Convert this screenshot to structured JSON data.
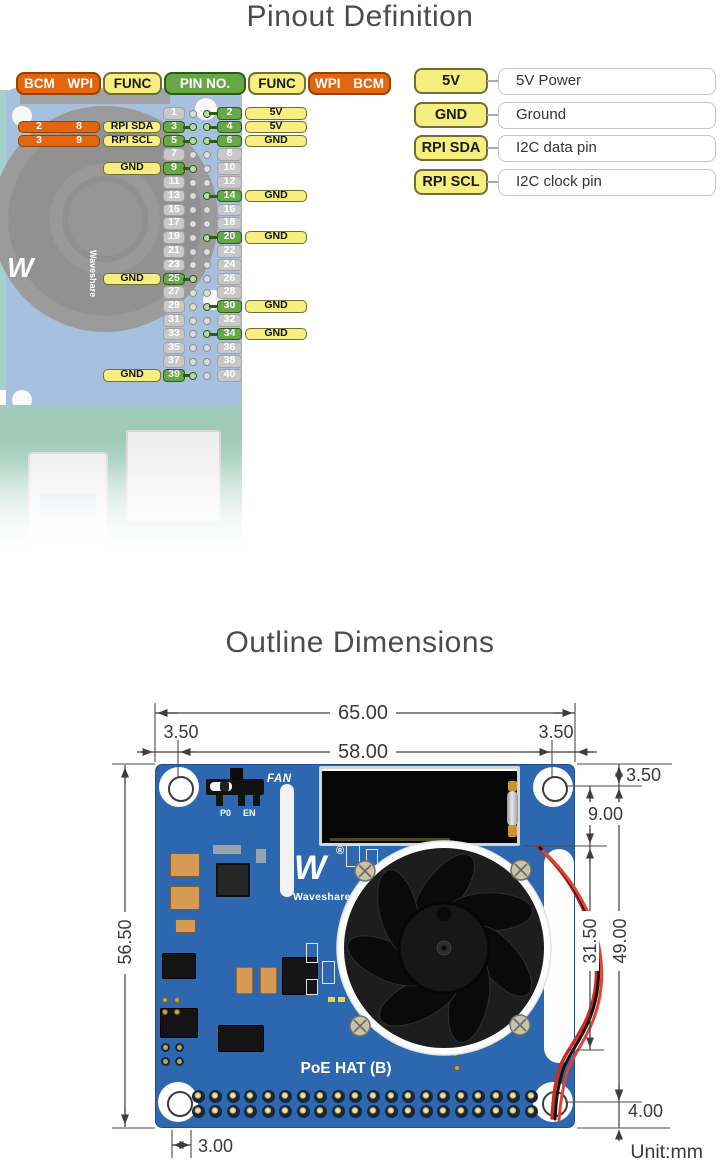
{
  "pinout": {
    "title": "Pinout Definition",
    "header": [
      {
        "label": "BCM WPI"
      },
      {
        "label": "FUNC"
      },
      {
        "label": "PIN NO."
      },
      {
        "label": "FUNC"
      },
      {
        "label": "WPI BCM"
      }
    ],
    "rows": [
      {
        "l": {
          "pin": "1"
        },
        "r": {
          "pin": "2",
          "func": "5V"
        }
      },
      {
        "l": {
          "pin": "3",
          "func": "RPI SDA",
          "bcm": "2",
          "wpi": "8"
        },
        "r": {
          "pin": "4",
          "func": "5V"
        }
      },
      {
        "l": {
          "pin": "5",
          "func": "RPI SCL",
          "bcm": "3",
          "wpi": "9"
        },
        "r": {
          "pin": "6",
          "func": "GND"
        }
      },
      {
        "l": {
          "pin": "7"
        },
        "r": {
          "pin": "8"
        }
      },
      {
        "l": {
          "pin": "9",
          "func": "GND"
        },
        "r": {
          "pin": "10"
        }
      },
      {
        "l": {
          "pin": "11"
        },
        "r": {
          "pin": "12"
        }
      },
      {
        "l": {
          "pin": "13"
        },
        "r": {
          "pin": "14",
          "func": "GND"
        }
      },
      {
        "l": {
          "pin": "15"
        },
        "r": {
          "pin": "16"
        }
      },
      {
        "l": {
          "pin": "17"
        },
        "r": {
          "pin": "18"
        }
      },
      {
        "l": {
          "pin": "19"
        },
        "r": {
          "pin": "20",
          "func": "GND"
        }
      },
      {
        "l": {
          "pin": "21"
        },
        "r": {
          "pin": "22"
        }
      },
      {
        "l": {
          "pin": "23"
        },
        "r": {
          "pin": "24"
        }
      },
      {
        "l": {
          "pin": "25",
          "func": "GND"
        },
        "r": {
          "pin": "26"
        }
      },
      {
        "l": {
          "pin": "27"
        },
        "r": {
          "pin": "28"
        }
      },
      {
        "l": {
          "pin": "29"
        },
        "r": {
          "pin": "30",
          "func": "GND"
        }
      },
      {
        "l": {
          "pin": "31"
        },
        "r": {
          "pin": "32"
        }
      },
      {
        "l": {
          "pin": "33"
        },
        "r": {
          "pin": "34",
          "func": "GND"
        }
      },
      {
        "l": {
          "pin": "35"
        },
        "r": {
          "pin": "36"
        }
      },
      {
        "l": {
          "pin": "37"
        },
        "r": {
          "pin": "38"
        }
      },
      {
        "l": {
          "pin": "39",
          "func": "GND"
        },
        "r": {
          "pin": "40"
        }
      }
    ],
    "legend": [
      {
        "tag": "5V",
        "desc": "5V Power"
      },
      {
        "tag": "GND",
        "desc": "Ground"
      },
      {
        "tag": "RPI SDA",
        "desc": "I2C data pin"
      },
      {
        "tag": "RPI SCL",
        "desc": "I2C clock pin"
      }
    ]
  },
  "outline": {
    "title": "Outline Dimensions",
    "unit": "Unit:mm",
    "board_label": "PoE HAT (B)",
    "fan_label": "FAN",
    "switch": {
      "left": "P0",
      "right": "EN"
    },
    "logo": {
      "mark": "W",
      "reg": "®",
      "name": "Waveshare"
    },
    "dims": {
      "top_width": "65.00",
      "top_inner": "58.00",
      "top_left": "3.50",
      "top_right": "3.50",
      "left_height": "56.50",
      "right_top": "3.50",
      "right_oled": "9.00",
      "right_fan": "31.50",
      "right_inner": "49.00",
      "right_bottom": "4.00",
      "bottom_offset": "3.00"
    }
  },
  "colors": {
    "pcb_blue": "#2c67b0",
    "label_orange": "#e2650f",
    "label_yellow": "#f6ee7e",
    "label_green": "#68a746",
    "label_gray": "#c8c8c8",
    "wire_red": "#d42a1d"
  }
}
